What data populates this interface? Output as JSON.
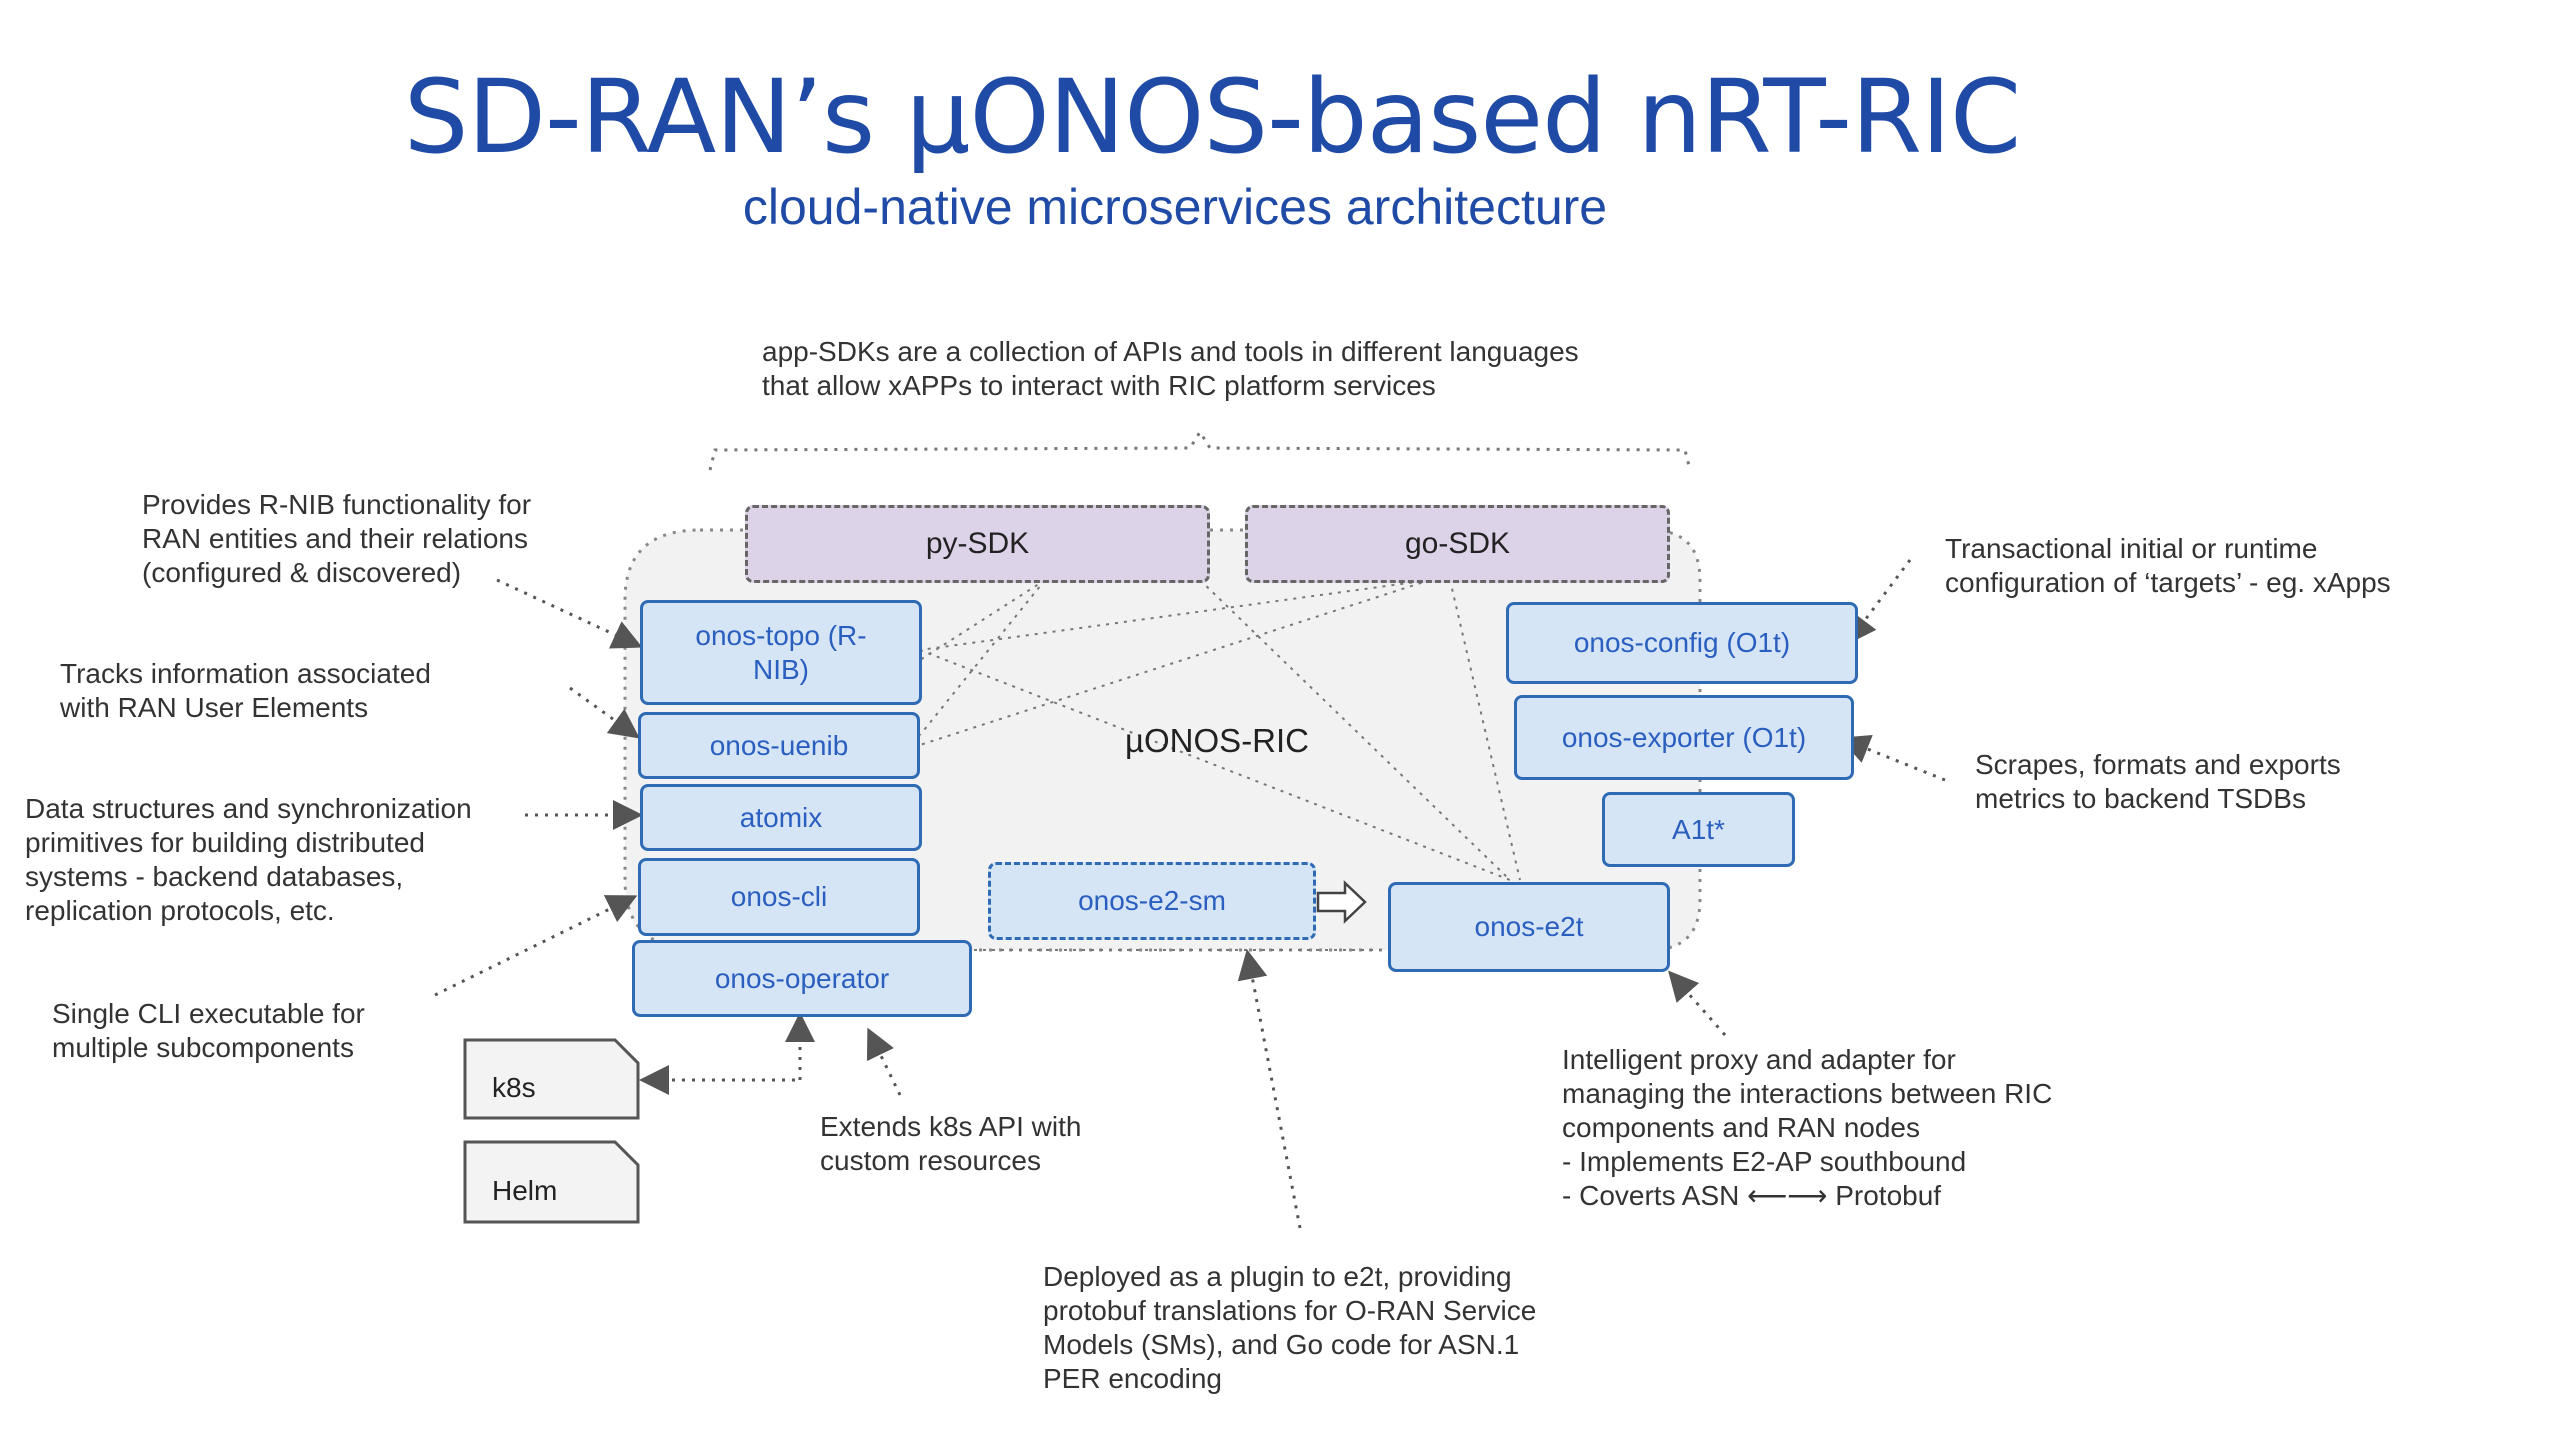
{
  "title": "SD-RAN’s µONOS-based nRT-RIC",
  "subtitle": "cloud-native microservices architecture",
  "ric_label": "µONOS-RIC",
  "sdks": {
    "py": "py-SDK",
    "go": "go-SDK"
  },
  "components": {
    "topo": "onos-topo (R-NIB)",
    "uenib": "onos-uenib",
    "atomix": "atomix",
    "cli": "onos-cli",
    "operator": "onos-operator",
    "e2sm": "onos-e2-sm",
    "e2t": "onos-e2t",
    "config": "onos-config (O1t)",
    "exporter": "onos-exporter (O1t)",
    "a1t": "A1t*"
  },
  "external": {
    "k8s": "k8s",
    "helm": "Helm"
  },
  "notes": {
    "sdk": "app-SDKs are a collection of APIs and tools in different languages\nthat allow xAPPs to interact with RIC platform services",
    "topo": "Provides R-NIB functionality for\nRAN entities and their relations\n(configured & discovered)",
    "uenib": "Tracks information associated\nwith RAN User Elements",
    "atomix": "Data structures and synchronization\nprimitives for building distributed\nsystems - backend databases,\nreplication protocols, etc.",
    "cli": "Single CLI executable for\nmultiple subcomponents",
    "operator": "Extends k8s API with\ncustom resources",
    "e2sm": "Deployed as a plugin to e2t, providing\nprotobuf translations for O-RAN Service\nModels (SMs), and Go code for ASN.1\nPER encoding",
    "e2t": "Intelligent proxy and adapter for\nmanaging the interactions between RIC\ncomponents and RAN nodes\n - Implements E2-AP southbound\n - Coverts ASN ⟵⟶ Protobuf",
    "config": "Transactional initial or runtime\nconfiguration of ‘targets’ - eg. xApps",
    "exporter": "Scrapes, formats and exports\nmetrics to backend TSDBs"
  }
}
